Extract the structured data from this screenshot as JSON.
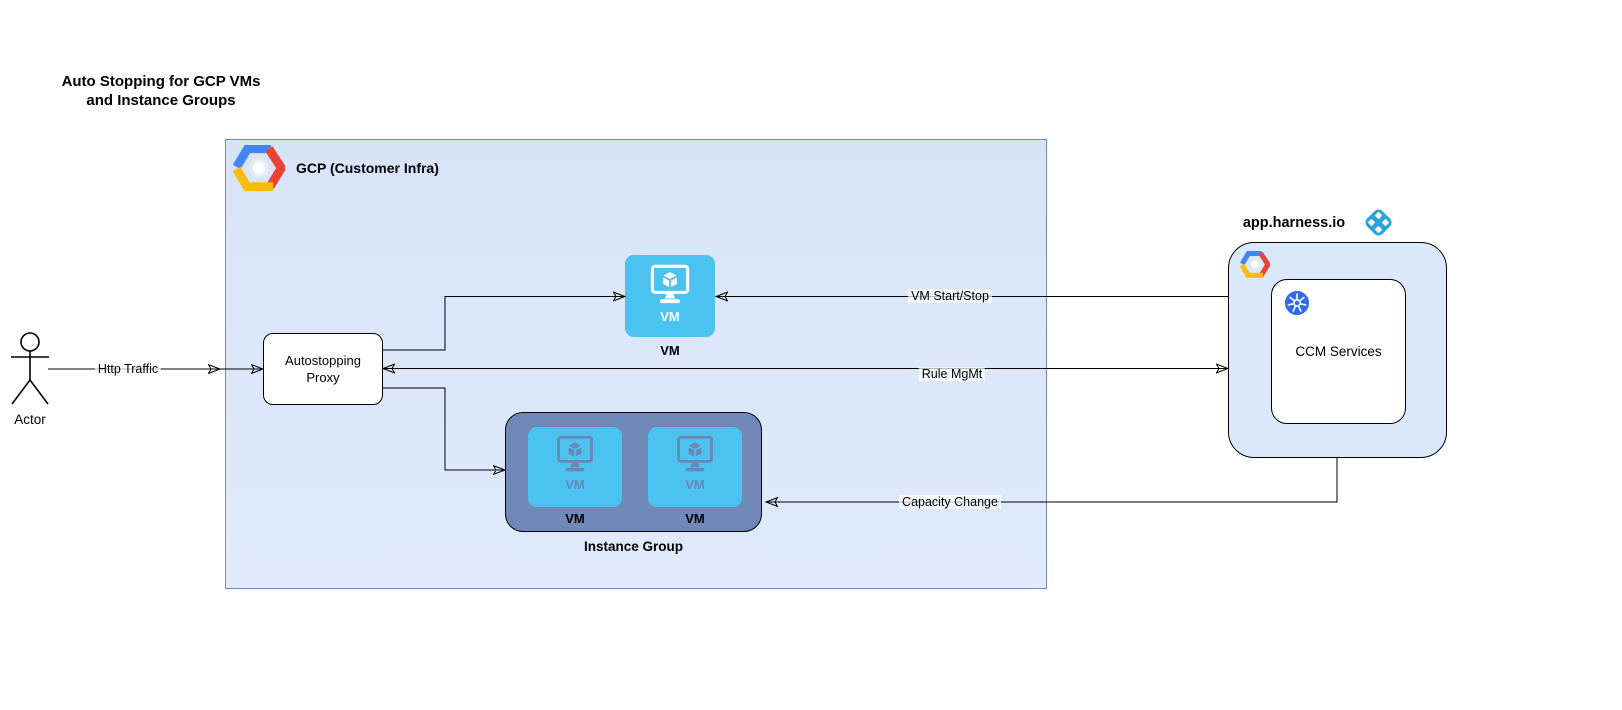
{
  "title": {
    "line1": "Auto Stopping for GCP VMs",
    "line2": "and Instance Groups"
  },
  "actor": {
    "label": "Actor"
  },
  "gcp": {
    "label": "GCP (Customer Infra)"
  },
  "proxy": {
    "line1": "Autostopping",
    "line2": "Proxy"
  },
  "vm": {
    "chip_label": "VM",
    "label": "VM"
  },
  "instance_group": {
    "label": "Instance Group",
    "vms": [
      {
        "chip_label": "VM",
        "label": "VM"
      },
      {
        "chip_label": "VM",
        "label": "VM"
      }
    ]
  },
  "harness": {
    "domain_label": "app.harness.io",
    "ccm_label": "CCM Services"
  },
  "edges": {
    "http_traffic": "Http Traffic",
    "vm_start_stop": "VM Start/Stop",
    "rule_mgmt": "Rule MgMt",
    "capacity_change": "Capacity Change"
  },
  "icons": {
    "gcp_logo": "gcp-hexagon-logo",
    "harness_logo": "harness-diamond-logo",
    "kubernetes": "kubernetes-helm-icon",
    "vm_monitor": "vm-monitor-cube-icon",
    "actor_figure": "uml-actor-stick-figure"
  },
  "colors": {
    "container_fill": "#dae8fc",
    "container_border": "#6c8ebf",
    "shape_border": "#000000",
    "vm_fill": "#4cc2f1",
    "group_fill": "#7089b8",
    "group_glyph": "#6b87b6",
    "gcp_blue": "#4285f4",
    "gcp_red": "#ea4335",
    "gcp_yellow": "#fbbc05",
    "harness_blue": "#2aa3dc",
    "k8s_blue": "#326ce5",
    "line_black": "#000000"
  }
}
